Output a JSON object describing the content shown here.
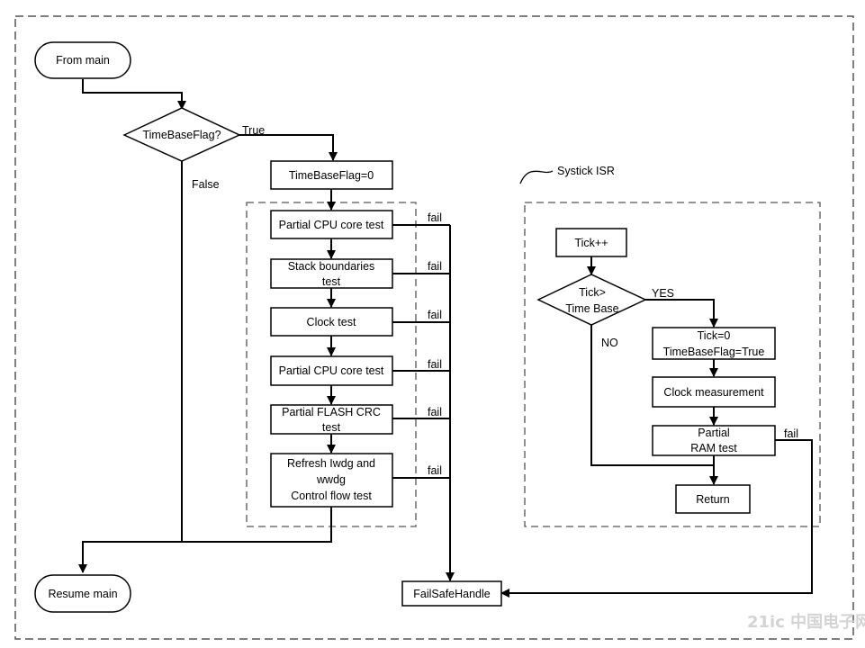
{
  "diagram": {
    "nodes": {
      "from_main": "From main",
      "timebase_decision": "TimeBaseFlag?",
      "timebase_reset": "TimeBaseFlag=0",
      "cpu_test_1": "Partial CPU core test",
      "stack_test_l1": "Stack boundaries",
      "stack_test_l2": "test",
      "clock_test": "Clock test",
      "cpu_test_2": "Partial CPU core test",
      "flash_crc_l1": "Partial FLASH CRC",
      "flash_crc_l2": "test",
      "refresh_l1": "Refresh Iwdg and",
      "refresh_l2": "wwdg",
      "refresh_l3": "Control flow test",
      "resume_main": "Resume main",
      "failsafe": "FailSafeHandle",
      "tick_inc": "Tick++",
      "tick_decision_l1": "Tick>",
      "tick_decision_l2": "Time Base",
      "tick_reset_l1": "Tick=0",
      "tick_reset_l2": "TimeBaseFlag=True",
      "clock_measurement": "Clock measurement",
      "ram_test_l1": "Partial",
      "ram_test_l2": "RAM test",
      "return": "Return"
    },
    "labels": {
      "true": "True",
      "false": "False",
      "fail": "fail",
      "yes": "YES",
      "no": "NO",
      "systick_isr": "Systick ISR"
    },
    "watermark": "21ic 中国电子网"
  }
}
